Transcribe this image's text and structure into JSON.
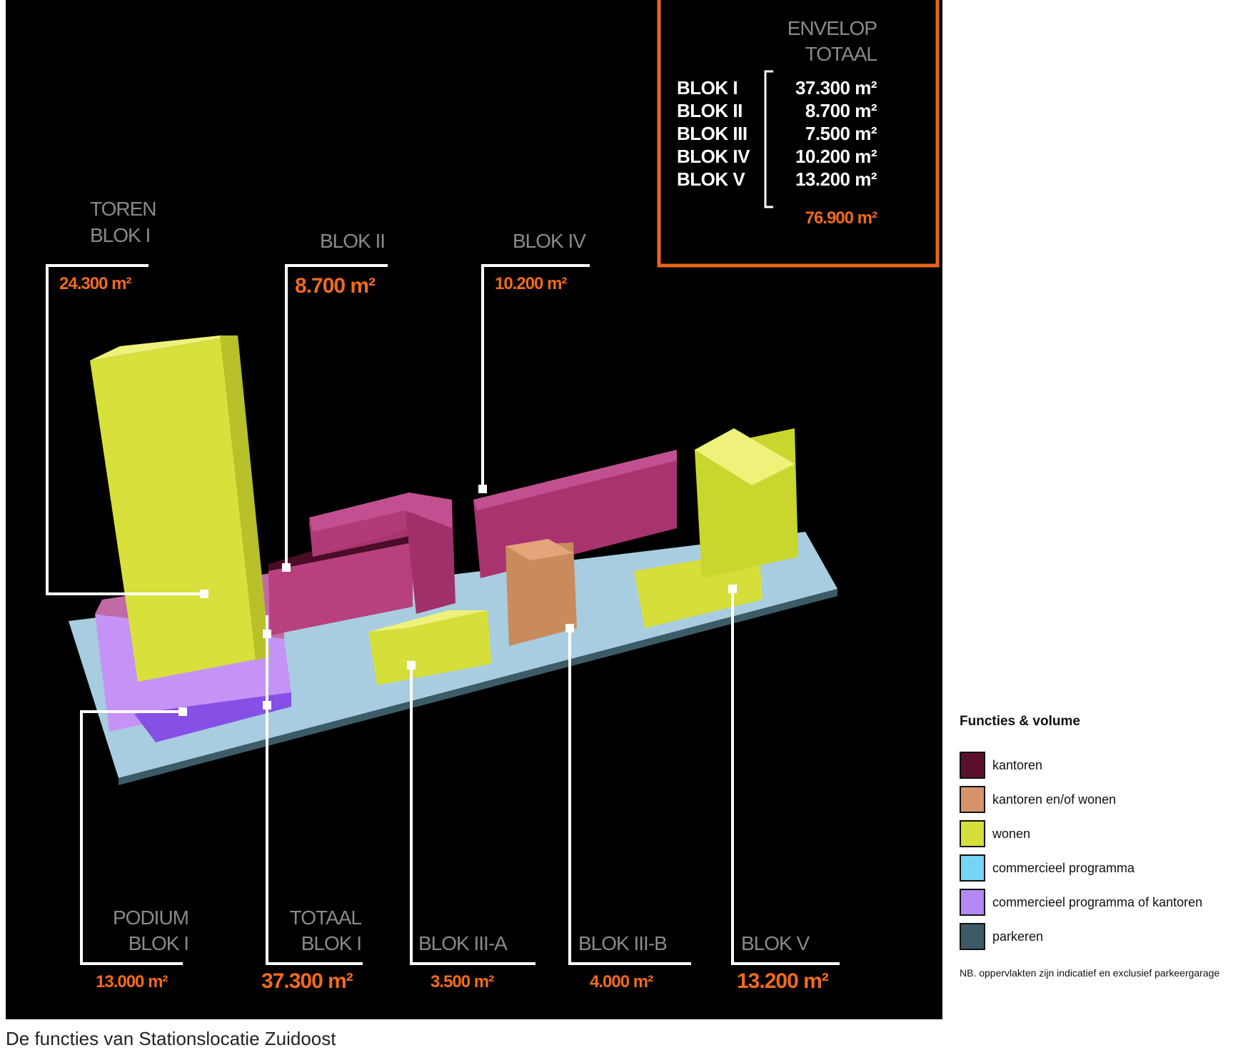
{
  "envelop": {
    "title_line1": "ENVELOP",
    "title_line2": "TOTAAL",
    "rows": [
      {
        "name": "BLOK I",
        "area": "37.300 m²"
      },
      {
        "name": "BLOK II",
        "area": "8.700 m²"
      },
      {
        "name": "BLOK III",
        "area": "7.500 m²"
      },
      {
        "name": "BLOK IV",
        "area": "10.200 m²"
      },
      {
        "name": "BLOK V",
        "area": "13.200 m²"
      }
    ],
    "total": "76.900 m²"
  },
  "labels": {
    "toren": {
      "line1": "TOREN",
      "line2": "BLOK I",
      "area": "24.300 m²"
    },
    "blok2": {
      "line1": "BLOK II",
      "area": "8.700 m²"
    },
    "blok4": {
      "line1": "BLOK IV",
      "area": "10.200 m²"
    },
    "podium": {
      "line1": "PODIUM",
      "line2": "BLOK I",
      "area": "13.000 m²"
    },
    "totaal": {
      "line1": "TOTAAL",
      "line2": "BLOK I",
      "area": "37.300 m²"
    },
    "blok3a": {
      "line1": "BLOK III-A",
      "area": "3.500 m²"
    },
    "blok3b": {
      "line1": "BLOK III-B",
      "area": "4.000 m²"
    },
    "blok5": {
      "line1": "BLOK V",
      "area": "13.200 m²"
    }
  },
  "legend": {
    "title": "Functies & volume",
    "items": [
      {
        "label": "kantoren",
        "color": "#5a0f2e"
      },
      {
        "label": "kantoren en/of wonen",
        "color": "#d4936a"
      },
      {
        "label": "wonen",
        "color": "#d6df3a"
      },
      {
        "label": "commercieel programma",
        "color": "#76d4f5"
      },
      {
        "label": "commercieel programma of kantoren",
        "color": "#b388f2"
      },
      {
        "label": "parkeren",
        "color": "#3c5b66"
      }
    ],
    "note": "NB. oppervlakten zijn indicatief en exclusief parkeergarage"
  },
  "caption": "De functies van Stationslocatie Zuidoost"
}
